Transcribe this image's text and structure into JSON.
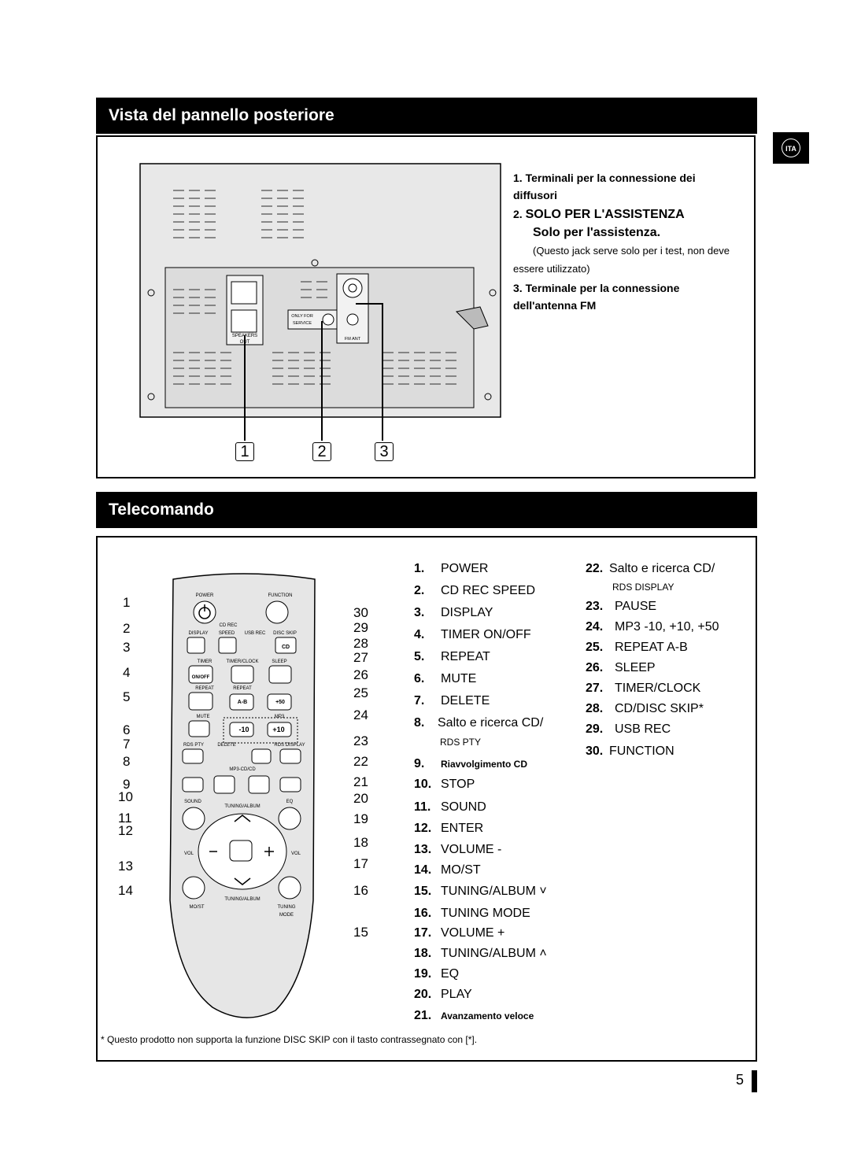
{
  "sections": {
    "rear_panel_title": "Vista del pannello posteriore",
    "remote_title": "Telecomando"
  },
  "lang_badge": "ITA",
  "rear_panel": {
    "items": [
      {
        "num": "1.",
        "text": "Terminali per la connessione dei diffusori"
      },
      {
        "num": "2.",
        "text": "SOLO PER L'ASSISTENZA",
        "sub": "Solo per l'assistenza.",
        "note": "Questo jack serve solo per i test, non deve essere utilizzato"
      },
      {
        "num": "3.",
        "text": "Terminale per la connessione dell'antenna FM"
      }
    ],
    "callouts": [
      "1",
      "2",
      "3"
    ],
    "device_labels": {
      "speakers": "SPEAKERS",
      "out": "OUT",
      "only_for": "ONLY FOR",
      "service": "SERVICE",
      "fm_ant": "FM ANT"
    }
  },
  "remote": {
    "left_numbers": [
      "1",
      "2",
      "3",
      "4",
      "5",
      "6",
      "7",
      "8",
      "9",
      "10",
      "11",
      "12",
      "13",
      "14"
    ],
    "right_numbers": [
      "30",
      "29",
      "28",
      "27",
      "26",
      "25",
      "24",
      "23",
      "22",
      "21",
      "20",
      "19",
      "18",
      "17",
      "16",
      "15"
    ],
    "button_labels": {
      "power": "POWER",
      "function": "FUNCTION",
      "cd_rec": "CD REC",
      "display": "DISPLAY",
      "speed": "SPEED",
      "usb_rec": "USB REC",
      "disc_skip": "DISC SKIP",
      "cd": "CD",
      "timer": "TIMER",
      "timer_clock": "TIMER/CLOCK",
      "sleep": "SLEEP",
      "on_off": "ON/OFF",
      "repeat": "REPEAT",
      "repeat2": "REPEAT",
      "ab": "A-B",
      "plus50": "+50",
      "mute": "MUTE",
      "mp3": "MP3",
      "minus10": "-10",
      "plus10": "+10",
      "rds_pty": "RDS PTY",
      "delete": "DELETE",
      "rds_display": "RDS DISPLAY",
      "mp3cd": "MP3-CD/CD",
      "sound": "SOUND",
      "eq": "EQ",
      "tuning_album": "TUNING/ALBUM",
      "vol_l": "VOL",
      "vol_r": "VOL",
      "tuning_album2": "TUNING/ALBUM",
      "mo_st": "MO/ST",
      "tuning": "TUNING",
      "mode": "MODE"
    },
    "list_col1": [
      {
        "n": "1.",
        "t": "POWER"
      },
      {
        "n": "2.",
        "t": "CD REC SPEED"
      },
      {
        "n": "3.",
        "t": "DISPLAY"
      },
      {
        "n": "4.",
        "t": "TIMER ON/OFF"
      },
      {
        "n": "5.",
        "t": "REPEAT"
      },
      {
        "n": "6.",
        "t": "MUTE"
      },
      {
        "n": "7.",
        "t": "DELETE"
      },
      {
        "n": "8.",
        "t": "Salto e ricerca CD/",
        "s": "RDS PTY"
      },
      {
        "n": "9.",
        "t": "Riavvolgimento CD"
      },
      {
        "n": "10.",
        "t": "STOP"
      },
      {
        "n": "11.",
        "t": "SOUND"
      },
      {
        "n": "12.",
        "t": "ENTER"
      },
      {
        "n": "13.",
        "t": "VOLUME -"
      },
      {
        "n": "14.",
        "t": "MO/ST"
      },
      {
        "n": "15.",
        "t": "TUNING/ALBUM"
      },
      {
        "n": "16.",
        "t": "TUNING MODE"
      },
      {
        "n": "17.",
        "t": "VOLUME +"
      },
      {
        "n": "18.",
        "t": "TUNING/ALBUM"
      },
      {
        "n": "19.",
        "t": "EQ"
      },
      {
        "n": "20.",
        "t": "PLAY"
      },
      {
        "n": "21.",
        "t": "Avanzamento veloce"
      }
    ],
    "list_col2": [
      {
        "n": "22.",
        "t": "Salto e ricerca CD/",
        "s": "RDS DISPLAY"
      },
      {
        "n": "23.",
        "t": "PAUSE"
      },
      {
        "n": "24.",
        "t": "MP3 -10, +10, +50"
      },
      {
        "n": "25.",
        "t": "REPEAT A-B"
      },
      {
        "n": "26.",
        "t": "SLEEP"
      },
      {
        "n": "27.",
        "t": "TIMER/CLOCK"
      },
      {
        "n": "28.",
        "t": "CD/DISC SKIP*"
      },
      {
        "n": "29.",
        "t": "USB REC"
      },
      {
        "n": "30.",
        "t": "FUNCTION"
      }
    ]
  },
  "footnote": "* Questo prodotto non supporta la funzione DISC SKIP con il tasto contrassegnato con [*].",
  "page_number": "5"
}
